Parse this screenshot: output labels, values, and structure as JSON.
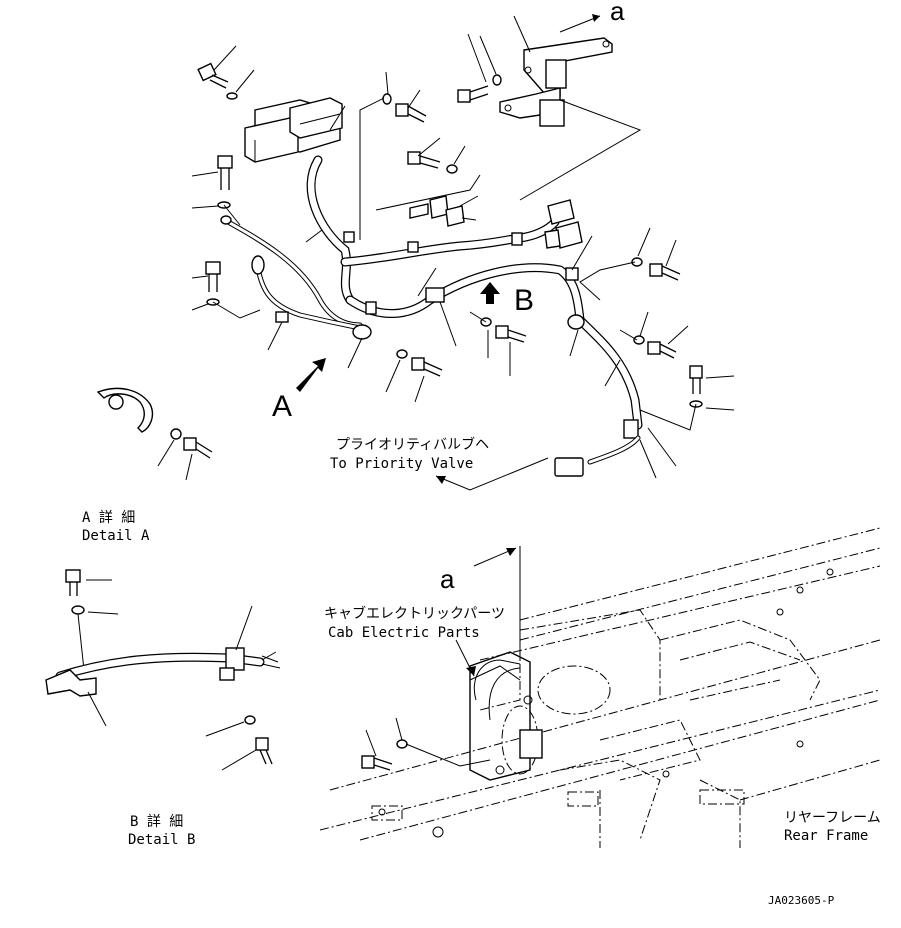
{
  "labels": {
    "view_a": "A",
    "view_b": "B",
    "arrow_a": "a",
    "priority_valve_jp": "プライオリティバルブヘ",
    "priority_valve_en": "To Priority Valve",
    "detail_a_jp": "A 詳 細",
    "detail_a_en": "Detail A",
    "detail_b_jp": "B 詳 細",
    "detail_b_en": "Detail B",
    "cab_electric_jp": "キャブエレクトリックパーツ",
    "cab_electric_en": "Cab Electric Parts",
    "rear_frame_jp": "リヤーフレーム",
    "rear_frame_en": "Rear Frame",
    "drawing_number": "JA023605-P"
  }
}
